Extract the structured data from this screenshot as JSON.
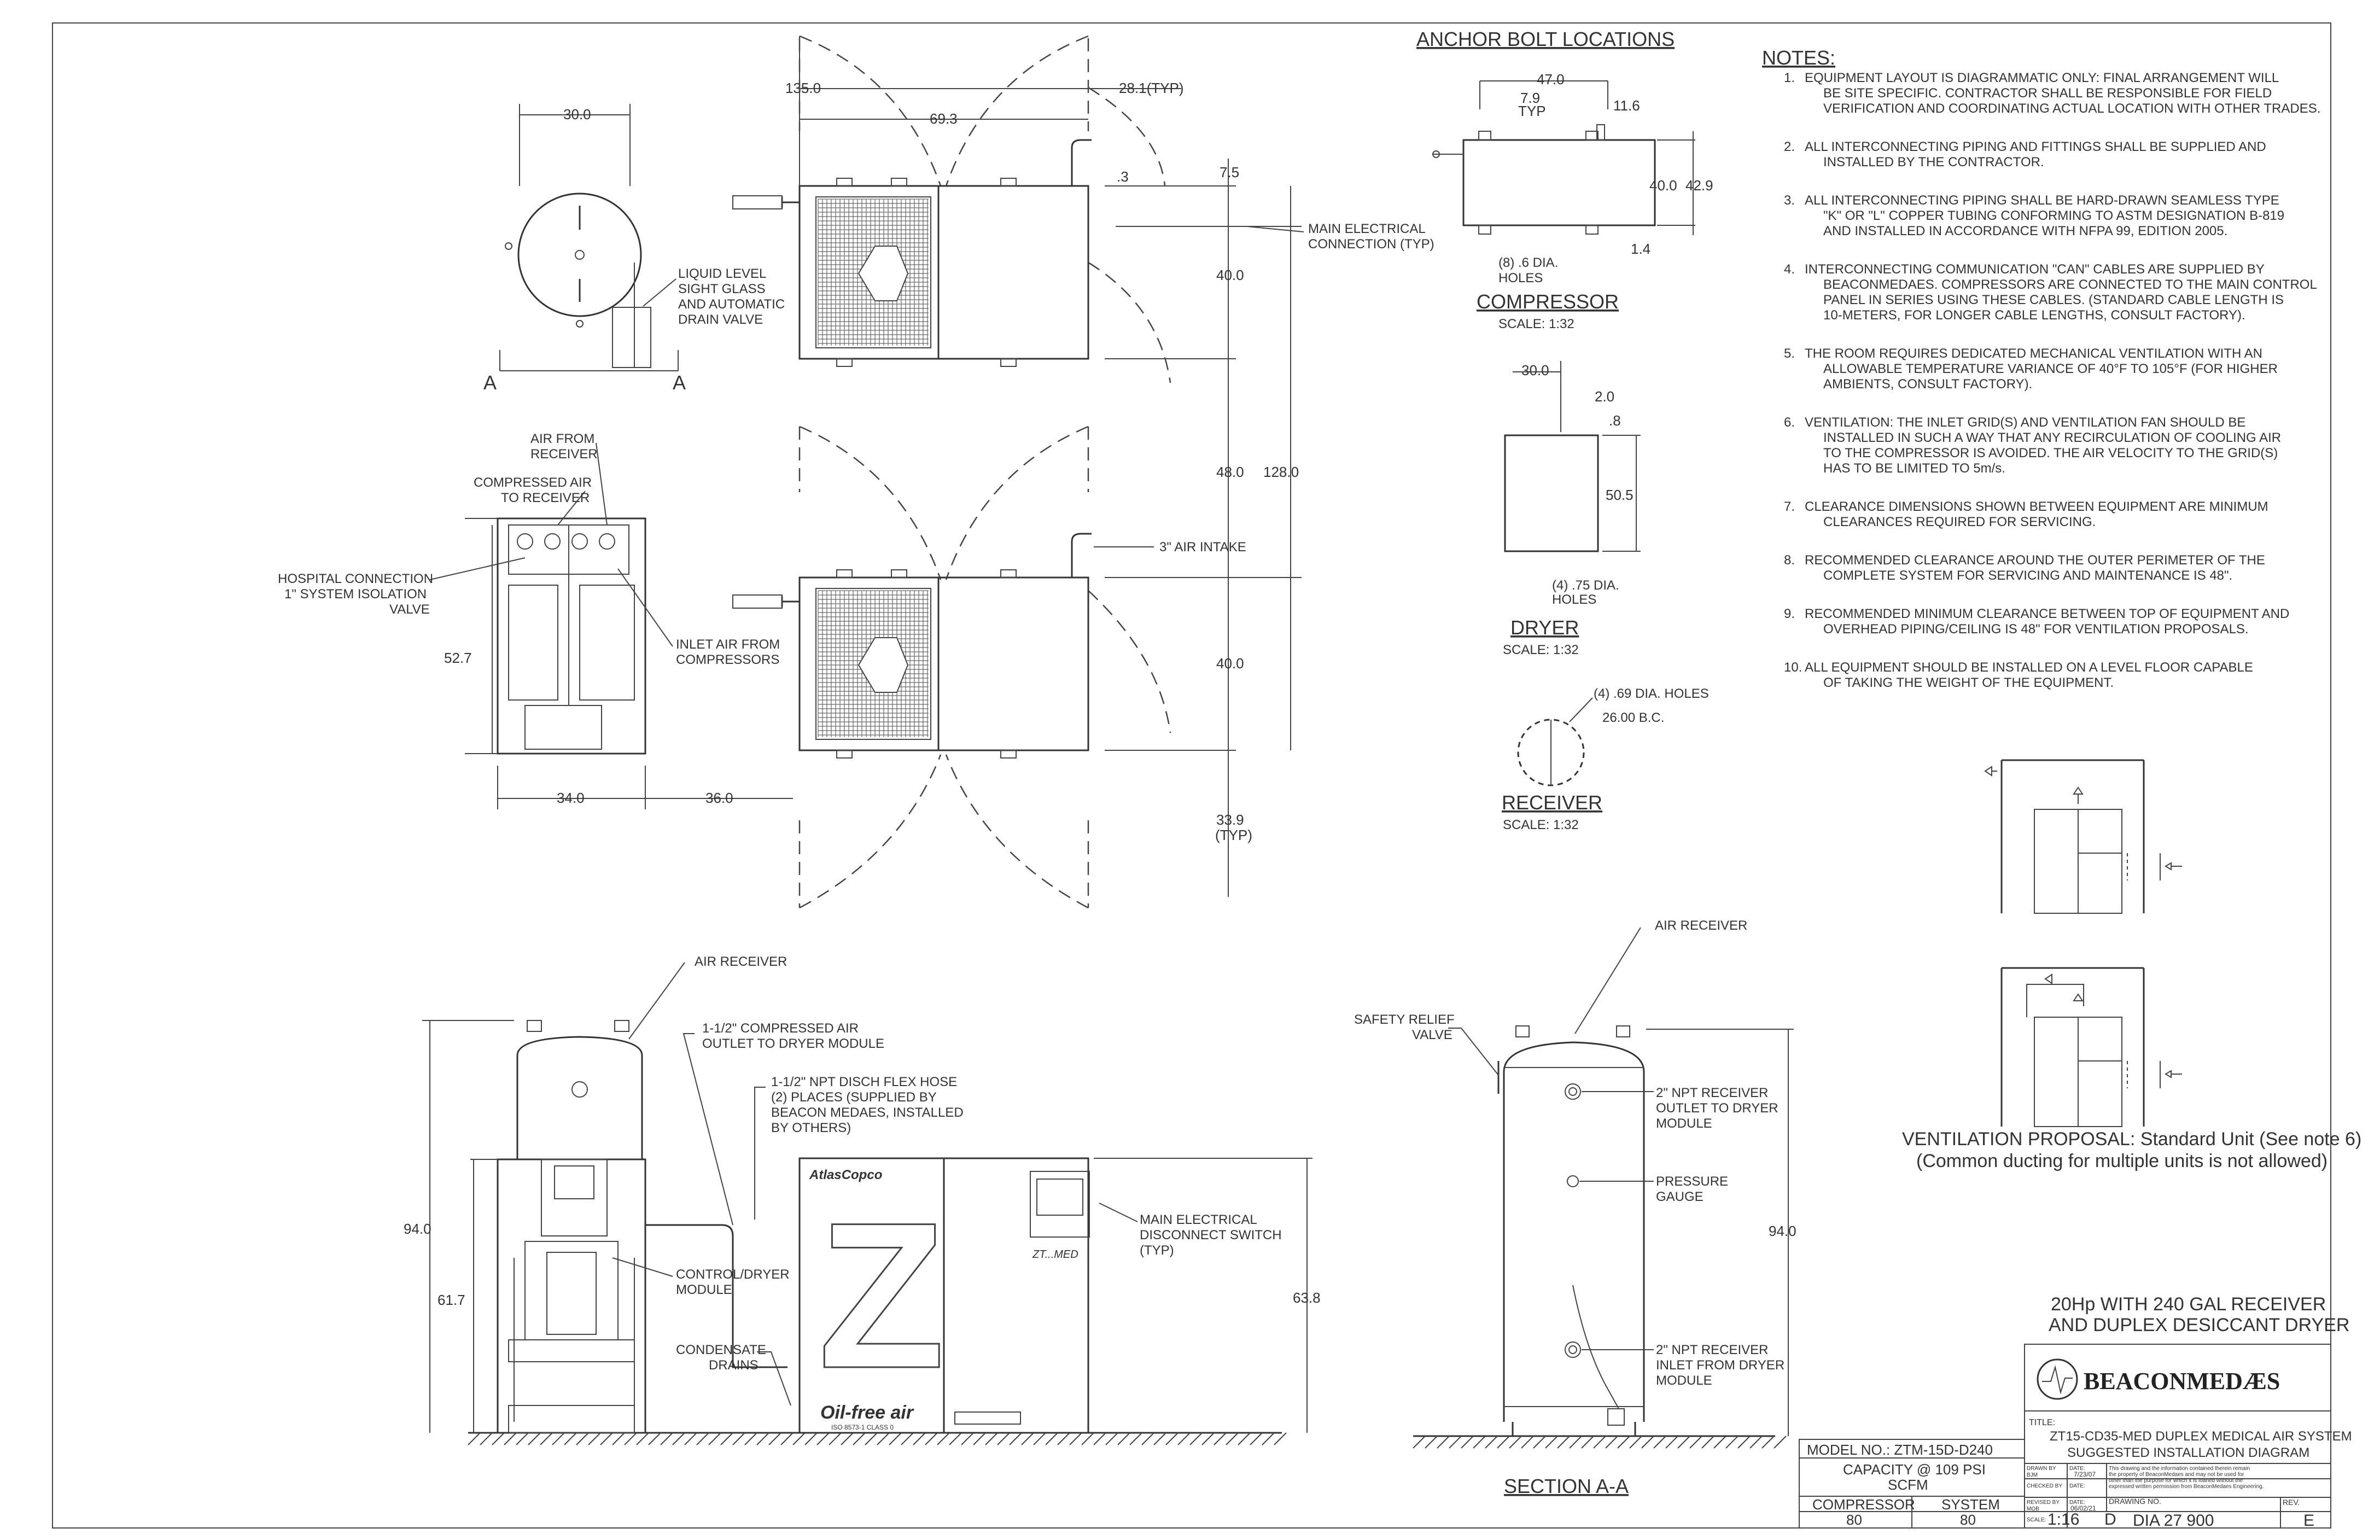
{
  "anchor": {
    "title": "ANCHOR BOLT LOCATIONS",
    "compressor": {
      "title": "COMPRESSOR",
      "scale": "SCALE: 1:32",
      "holes": [
        "(8) .6 DIA.",
        "HOLES"
      ],
      "dims": {
        "w": "47.0",
        "a": "7.9",
        "typ": "TYP",
        "b": "11.6",
        "h1": "40.0",
        "h2": "42.9",
        "c": "1.4"
      }
    },
    "dryer": {
      "title": "DRYER",
      "scale": "SCALE: 1:32",
      "holes": [
        "(4) .75 DIA.",
        "HOLES"
      ],
      "dims": {
        "w": "30.0",
        "a": "2.0",
        "b": ".8",
        "h": "50.5"
      }
    },
    "receiver": {
      "title": "RECEIVER",
      "scale": "SCALE: 1:32",
      "holes": "(4) .69 DIA. HOLES",
      "bc": "26.00 B.C."
    }
  },
  "notes": {
    "title": "NOTES:",
    "items": [
      {
        "n": "1.",
        "lines": [
          "EQUIPMENT LAYOUT IS DIAGRAMMATIC ONLY: FINAL ARRANGEMENT WILL",
          "BE SITE SPECIFIC. CONTRACTOR SHALL BE RESPONSIBLE FOR FIELD",
          "VERIFICATION AND COORDINATING ACTUAL LOCATION WITH OTHER TRADES."
        ]
      },
      {
        "n": "2.",
        "lines": [
          "ALL INTERCONNECTING PIPING AND FITTINGS SHALL BE SUPPLIED AND",
          "INSTALLED BY THE CONTRACTOR."
        ]
      },
      {
        "n": "3.",
        "lines": [
          "ALL INTERCONNECTING PIPING SHALL BE HARD-DRAWN SEAMLESS TYPE",
          "\"K\" OR \"L\" COPPER TUBING CONFORMING TO ASTM DESIGNATION B-819",
          "AND INSTALLED IN ACCORDANCE WITH NFPA 99, EDITION 2005."
        ]
      },
      {
        "n": "4.",
        "lines": [
          "INTERCONNECTING COMMUNICATION \"CAN\" CABLES ARE SUPPLIED BY",
          "BEACONMEDAES. COMPRESSORS ARE CONNECTED TO THE MAIN CONTROL",
          "PANEL IN SERIES USING THESE CABLES. (STANDARD CABLE LENGTH IS",
          "10-METERS, FOR LONGER CABLE LENGTHS, CONSULT FACTORY)."
        ]
      },
      {
        "n": "5.",
        "lines": [
          "THE ROOM REQUIRES DEDICATED MECHANICAL VENTILATION WITH AN",
          "ALLOWABLE TEMPERATURE VARIANCE OF 40°F TO 105°F (FOR HIGHER",
          "AMBIENTS, CONSULT FACTORY)."
        ]
      },
      {
        "n": "6.",
        "lines": [
          "VENTILATION: THE INLET GRID(S) AND VENTILATION FAN SHOULD BE",
          "INSTALLED IN SUCH A WAY THAT ANY RECIRCULATION OF COOLING AIR",
          "TO THE COMPRESSOR IS AVOIDED. THE AIR VELOCITY TO THE GRID(S)",
          "HAS TO BE LIMITED TO 5m/s."
        ]
      },
      {
        "n": "7.",
        "lines": [
          "CLEARANCE DIMENSIONS SHOWN BETWEEN EQUIPMENT ARE MINIMUM",
          "CLEARANCES REQUIRED FOR SERVICING."
        ]
      },
      {
        "n": "8.",
        "lines": [
          "RECOMMENDED CLEARANCE AROUND THE OUTER PERIMETER OF THE",
          "COMPLETE SYSTEM FOR SERVICING AND MAINTENANCE IS 48\"."
        ]
      },
      {
        "n": "9.",
        "lines": [
          "RECOMMENDED MINIMUM CLEARANCE BETWEEN TOP OF EQUIPMENT AND",
          "OVERHEAD PIPING/CEILING IS 48\" FOR VENTILATION PROPOSALS."
        ]
      },
      {
        "n": "10.",
        "lines": [
          "ALL EQUIPMENT SHOULD BE INSTALLED ON A LEVEL FLOOR CAPABLE",
          "OF TAKING THE WEIGHT OF THE EQUIPMENT."
        ]
      }
    ]
  },
  "plan": {
    "dims": {
      "total_w": "135.0",
      "typ_w": "28.1(TYP)",
      "unit_w": "69.3",
      "d1": ".3",
      "d2": "7.5",
      "u1": "40.0",
      "gap": "48.0",
      "total_h": "128.0",
      "u2": "40.0",
      "bottom": "33.9",
      "bottom_typ": "(TYP)"
    },
    "labels": {
      "elec": [
        "MAIN ELECTRICAL",
        "CONNECTION (TYP)"
      ],
      "intake": "3\" AIR INTAKE"
    }
  },
  "receiver_top": {
    "dim": "30.0",
    "label": [
      "LIQUID LEVEL",
      "SIGHT GLASS",
      "AND AUTOMATIC",
      "DRAIN VALVE"
    ],
    "section": "A"
  },
  "dryer_side": {
    "labels": {
      "air_from": [
        "AIR FROM",
        "RECEIVER"
      ],
      "comp_air": [
        "COMPRESSED AIR",
        "TO RECEIVER"
      ],
      "hospital": [
        "HOSPITAL CONNECTION",
        "1\" SYSTEM ISOLATION",
        "VALVE"
      ],
      "inlet": [
        "INLET AIR FROM",
        "COMPRESSORS"
      ]
    },
    "dims": {
      "h": "52.7",
      "w": "34.0",
      "gap": "36.0"
    }
  },
  "elevation": {
    "labels": {
      "receiver": "AIR RECEIVER",
      "outlet": [
        "1-1/2\" COMPRESSED AIR",
        "OUTLET TO DRYER MODULE"
      ],
      "hose": [
        "1-1/2\" NPT DISCH FLEX HOSE",
        "(2) PLACES (SUPPLIED BY",
        "BEACON MEDAES, INSTALLED",
        "BY OTHERS)"
      ],
      "module": [
        "CONTROL/DRYER",
        "MODULE"
      ],
      "drains": [
        "CONDENSATE",
        "DRAINS"
      ],
      "disconnect": [
        "MAIN ELECTRICAL",
        "DISCONNECT SWITCH",
        "(TYP)"
      ]
    },
    "dims": {
      "h1": "94.0",
      "h2": "61.7",
      "h3": "63.8"
    },
    "panel": {
      "brand": "AtlasCopco",
      "model": "ZT...MED",
      "letter": "Z",
      "oil": "Oil-free air",
      "cls": "ISO 8573-1 CLASS 0"
    }
  },
  "section": {
    "title": "SECTION A-A",
    "labels": {
      "receiver": "AIR RECEIVER",
      "relief": [
        "SAFETY RELIEF",
        "VALVE"
      ],
      "outlet": [
        "2\" NPT RECEIVER",
        "OUTLET TO DRYER",
        "MODULE"
      ],
      "gauge": [
        "PRESSURE",
        "GAUGE"
      ],
      "inlet": [
        "2\" NPT RECEIVER",
        "INLET FROM DRYER",
        "MODULE"
      ]
    },
    "dim": "94.0"
  },
  "vent": {
    "caption1": "VENTILATION PROPOSAL: Standard Unit (See note 6)",
    "caption2": "(Common ducting for multiple units is not allowed)"
  },
  "title_block": {
    "desc": [
      "20Hp WITH 240 GAL RECEIVER",
      "AND DUPLEX DESICCANT DRYER"
    ],
    "company": "BEACONMEDÆS",
    "title_label": "TITLE:",
    "title": [
      "ZT15-CD35-MED DUPLEX MEDICAL AIR SYSTEM",
      "SUGGESTED INSTALLATION DIAGRAM"
    ],
    "model": "MODEL NO.: ZTM-15D-D240",
    "capacity": [
      "CAPACITY @ 109 PSI",
      "SCFM"
    ],
    "cols": [
      "COMPRESSOR",
      "SYSTEM"
    ],
    "vals": [
      "80",
      "80"
    ],
    "drawn_by": "DRAWN BY",
    "drawn_name": "BJM",
    "date1_label": "DATE:",
    "date1": "7/23/07",
    "checked_by": "CHECKED BY",
    "date2_label": "DATE:",
    "revised_by": "REVISED BY",
    "revised_name": "MOB",
    "date3_label": "DATE:",
    "date3": "06/02/21",
    "disclaimer": [
      "This drawing and the information contained therein remain",
      "the property of BeaconMedaes and may not be used for",
      "other than the purpose for which it is loaned without the",
      "expressed written permission from BeaconMedaes Engineering."
    ],
    "scale_label": "SCALE:",
    "scale": "1:16",
    "size": "D",
    "dwg_label": "DRAWING NO.",
    "dwg": "DIA 27 900",
    "rev_label": "REV.",
    "rev": "E"
  }
}
